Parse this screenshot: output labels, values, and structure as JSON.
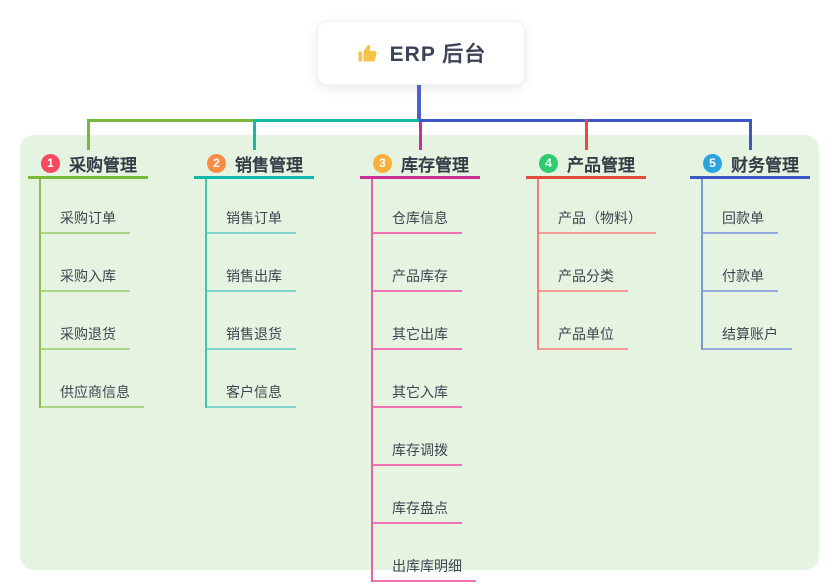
{
  "root": {
    "title": "ERP 后台",
    "icon": "thumbs-up-icon",
    "icon_color": "#f6c445",
    "line_color": "#4f5fca"
  },
  "colors": {
    "panel_bg": "#e5f4e0",
    "card_bg": "#ffffff",
    "title_text": "#333b46",
    "sub_text": "#3d4550"
  },
  "branches": [
    {
      "badge": "1",
      "title": "采购管理",
      "badge_color": "#f5495f",
      "line_color": "#78b93c",
      "tree_line_color": "#8cc158",
      "sub_line_color": "#a9d488",
      "children": [
        "采购订单",
        "采购入库",
        "采购退货",
        "供应商信息"
      ]
    },
    {
      "badge": "2",
      "title": "销售管理",
      "badge_color": "#fa8c47",
      "line_color": "#14b8ab",
      "tree_line_color": "#45c4b5",
      "sub_line_color": "#7fd4c8",
      "children": [
        "销售订单",
        "销售出库",
        "销售退货",
        "客户信息"
      ]
    },
    {
      "badge": "3",
      "title": "库存管理",
      "badge_color": "#fbb03c",
      "line_color": "#cb2f96",
      "tree_line_color": "#e760a8",
      "sub_line_color": "#ee72b2",
      "children": [
        "仓库信息",
        "产品库存",
        "其它出库",
        "其它入库",
        "库存调拨",
        "库存盘点",
        "出库库明细"
      ]
    },
    {
      "badge": "4",
      "title": "产品管理",
      "badge_color": "#2ecc71",
      "line_color": "#e64c3c",
      "tree_line_color": "#ef8276",
      "sub_line_color": "#f49c96",
      "children": [
        "产品（物料）",
        "产品分类",
        "产品单位"
      ]
    },
    {
      "badge": "5",
      "title": "财务管理",
      "badge_color": "#2aa3e1",
      "line_color": "#3d56c4",
      "tree_line_color": "#7b97d9",
      "sub_line_color": "#92aade",
      "children": [
        "回款单",
        "付款单",
        "结算账户"
      ]
    }
  ]
}
